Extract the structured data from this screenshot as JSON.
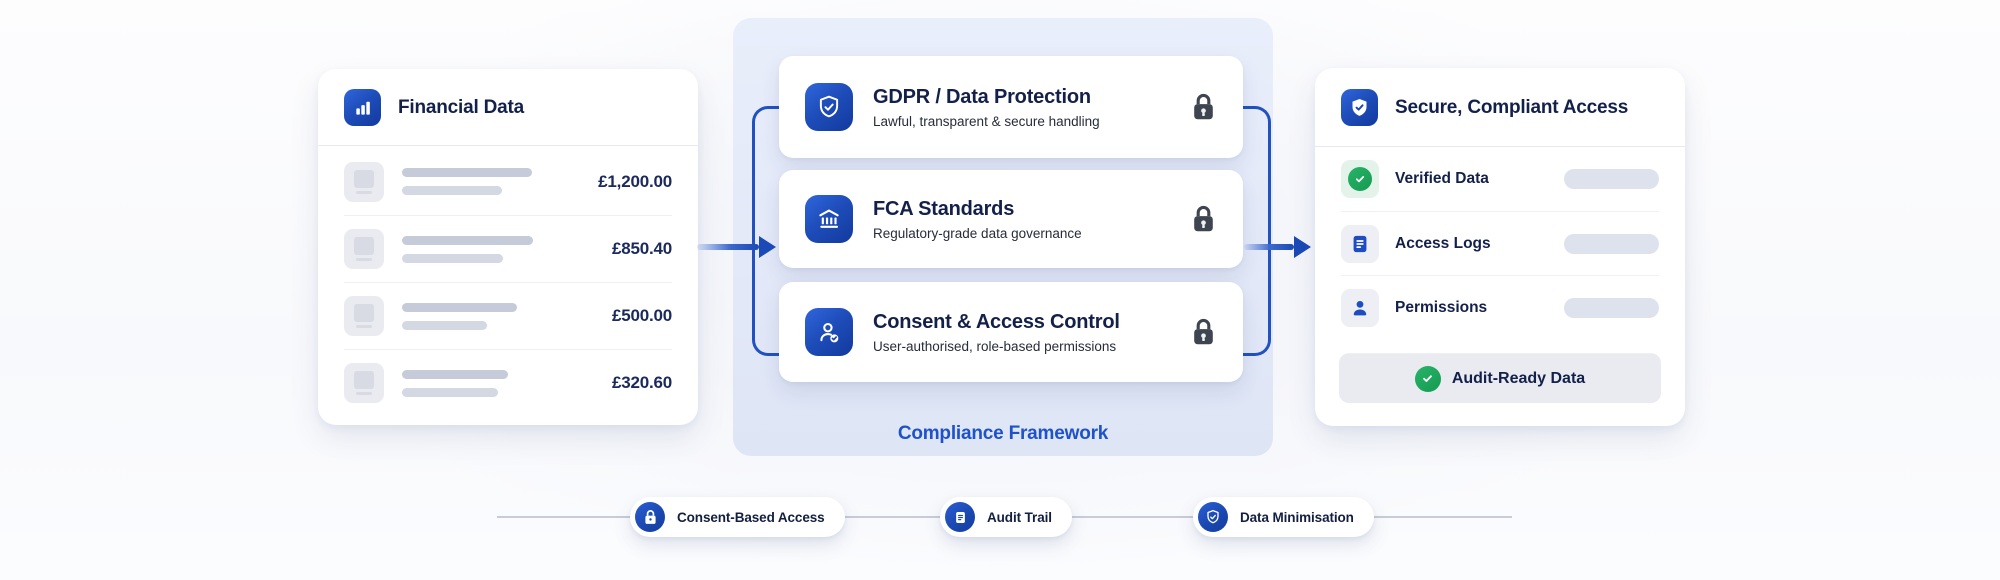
{
  "colors": {
    "primary_blue": "#1e4cb8",
    "accent_blue": "#2252c0",
    "dark_navy_text": "#13204a",
    "framework_label_blue": "#1d52c9",
    "lock_grey": "#3e4450",
    "success_green": "#1ba75d",
    "framework_bg": "#e6ebf9",
    "placeholder_grey": "#c5cbd8"
  },
  "left_panel": {
    "title": "Financial Data",
    "icon": "bar-chart-icon",
    "rows": [
      {
        "amount": "£1,200.00"
      },
      {
        "amount": "£850.40"
      },
      {
        "amount": "£500.00"
      },
      {
        "amount": "£320.60"
      }
    ]
  },
  "compliance": {
    "label": "Compliance Framework",
    "cards": [
      {
        "title": "GDPR / Data Protection",
        "subtitle": "Lawful, transparent & secure handling",
        "icon": "shield-check-icon",
        "trailing_icon": "lock-icon"
      },
      {
        "title": "FCA Standards",
        "subtitle": "Regulatory-grade data governance",
        "icon": "bank-icon",
        "trailing_icon": "lock-icon"
      },
      {
        "title": "Consent & Access Control",
        "subtitle": "User-authorised, role-based permissions",
        "icon": "user-check-icon",
        "trailing_icon": "lock-icon"
      }
    ]
  },
  "right_panel": {
    "title": "Secure, Compliant Access",
    "icon": "shield-check-badge-icon",
    "rows": [
      {
        "label": "Verified Data",
        "icon": "check-circle-icon"
      },
      {
        "label": "Access Logs",
        "icon": "document-icon"
      },
      {
        "label": "Permissions",
        "icon": "person-icon"
      }
    ],
    "footer_badge": {
      "label": "Audit-Ready Data",
      "icon": "check-circle-icon"
    }
  },
  "bottom_badges": [
    {
      "label": "Consent-Based Access",
      "icon": "lock-icon"
    },
    {
      "label": "Audit Trail",
      "icon": "document-icon"
    },
    {
      "label": "Data Minimisation",
      "icon": "shield-check-icon"
    }
  ]
}
